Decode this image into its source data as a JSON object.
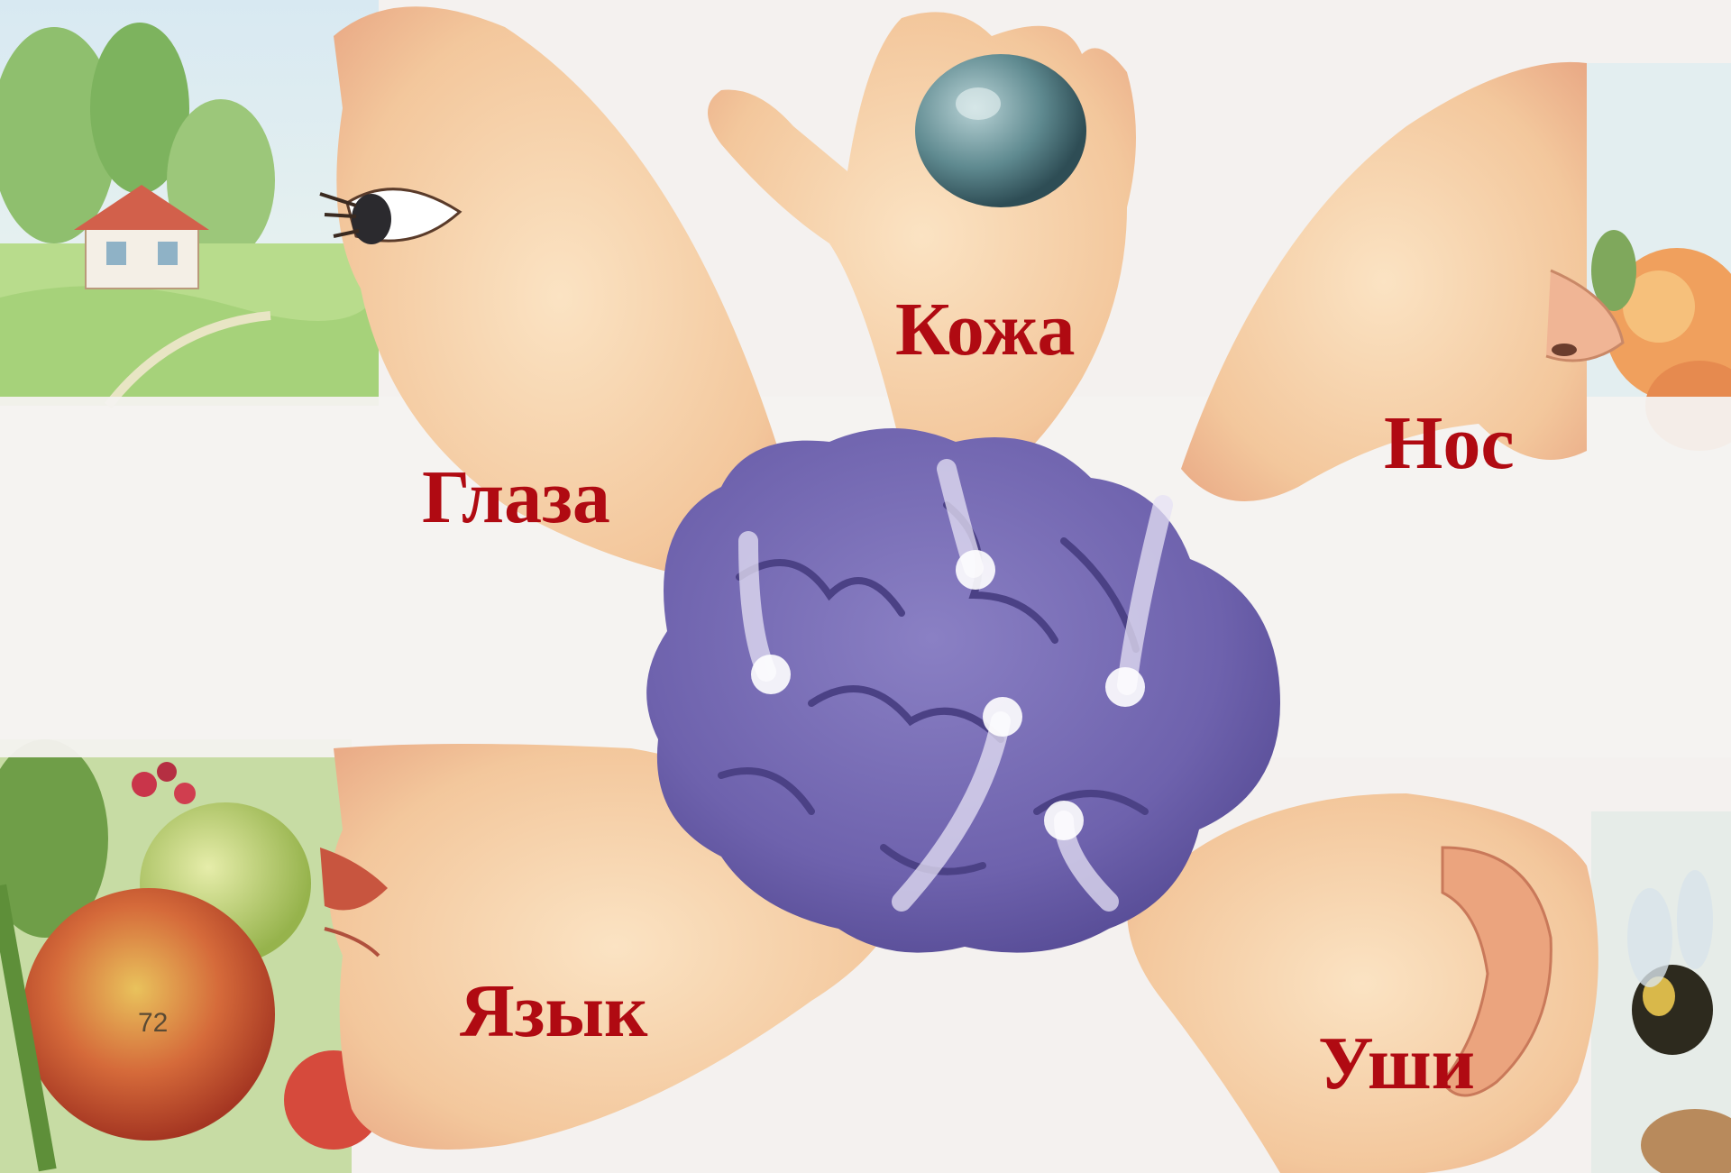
{
  "labels": {
    "skin": "Кожа",
    "nose": "Нос",
    "eyes": "Глаза",
    "tongue": "Язык",
    "ears": "Уши"
  },
  "page_number": "72",
  "colors": {
    "label_red": "#b00a12",
    "brain_purple": "#6e62ad",
    "skin_tone": "#f3c79c",
    "background": "#f4f1ef"
  }
}
